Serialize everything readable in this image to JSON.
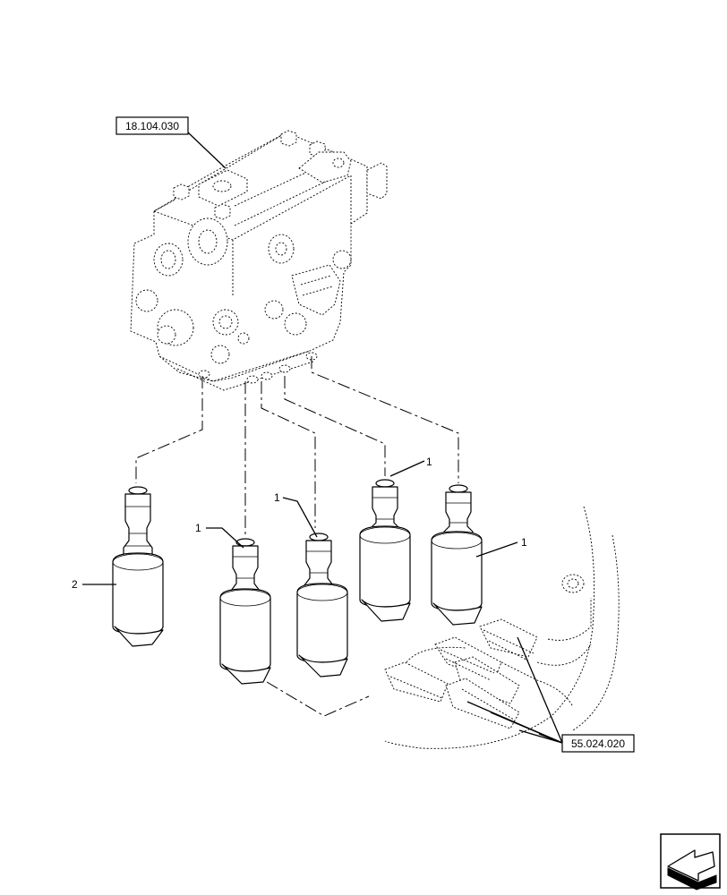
{
  "references": {
    "top_ref": "18.104.030",
    "harness_ref": "55.024.020"
  },
  "callouts": {
    "item_1": "1",
    "item_2": "2"
  },
  "icons": {
    "nav": "next-page-arrow-icon"
  }
}
